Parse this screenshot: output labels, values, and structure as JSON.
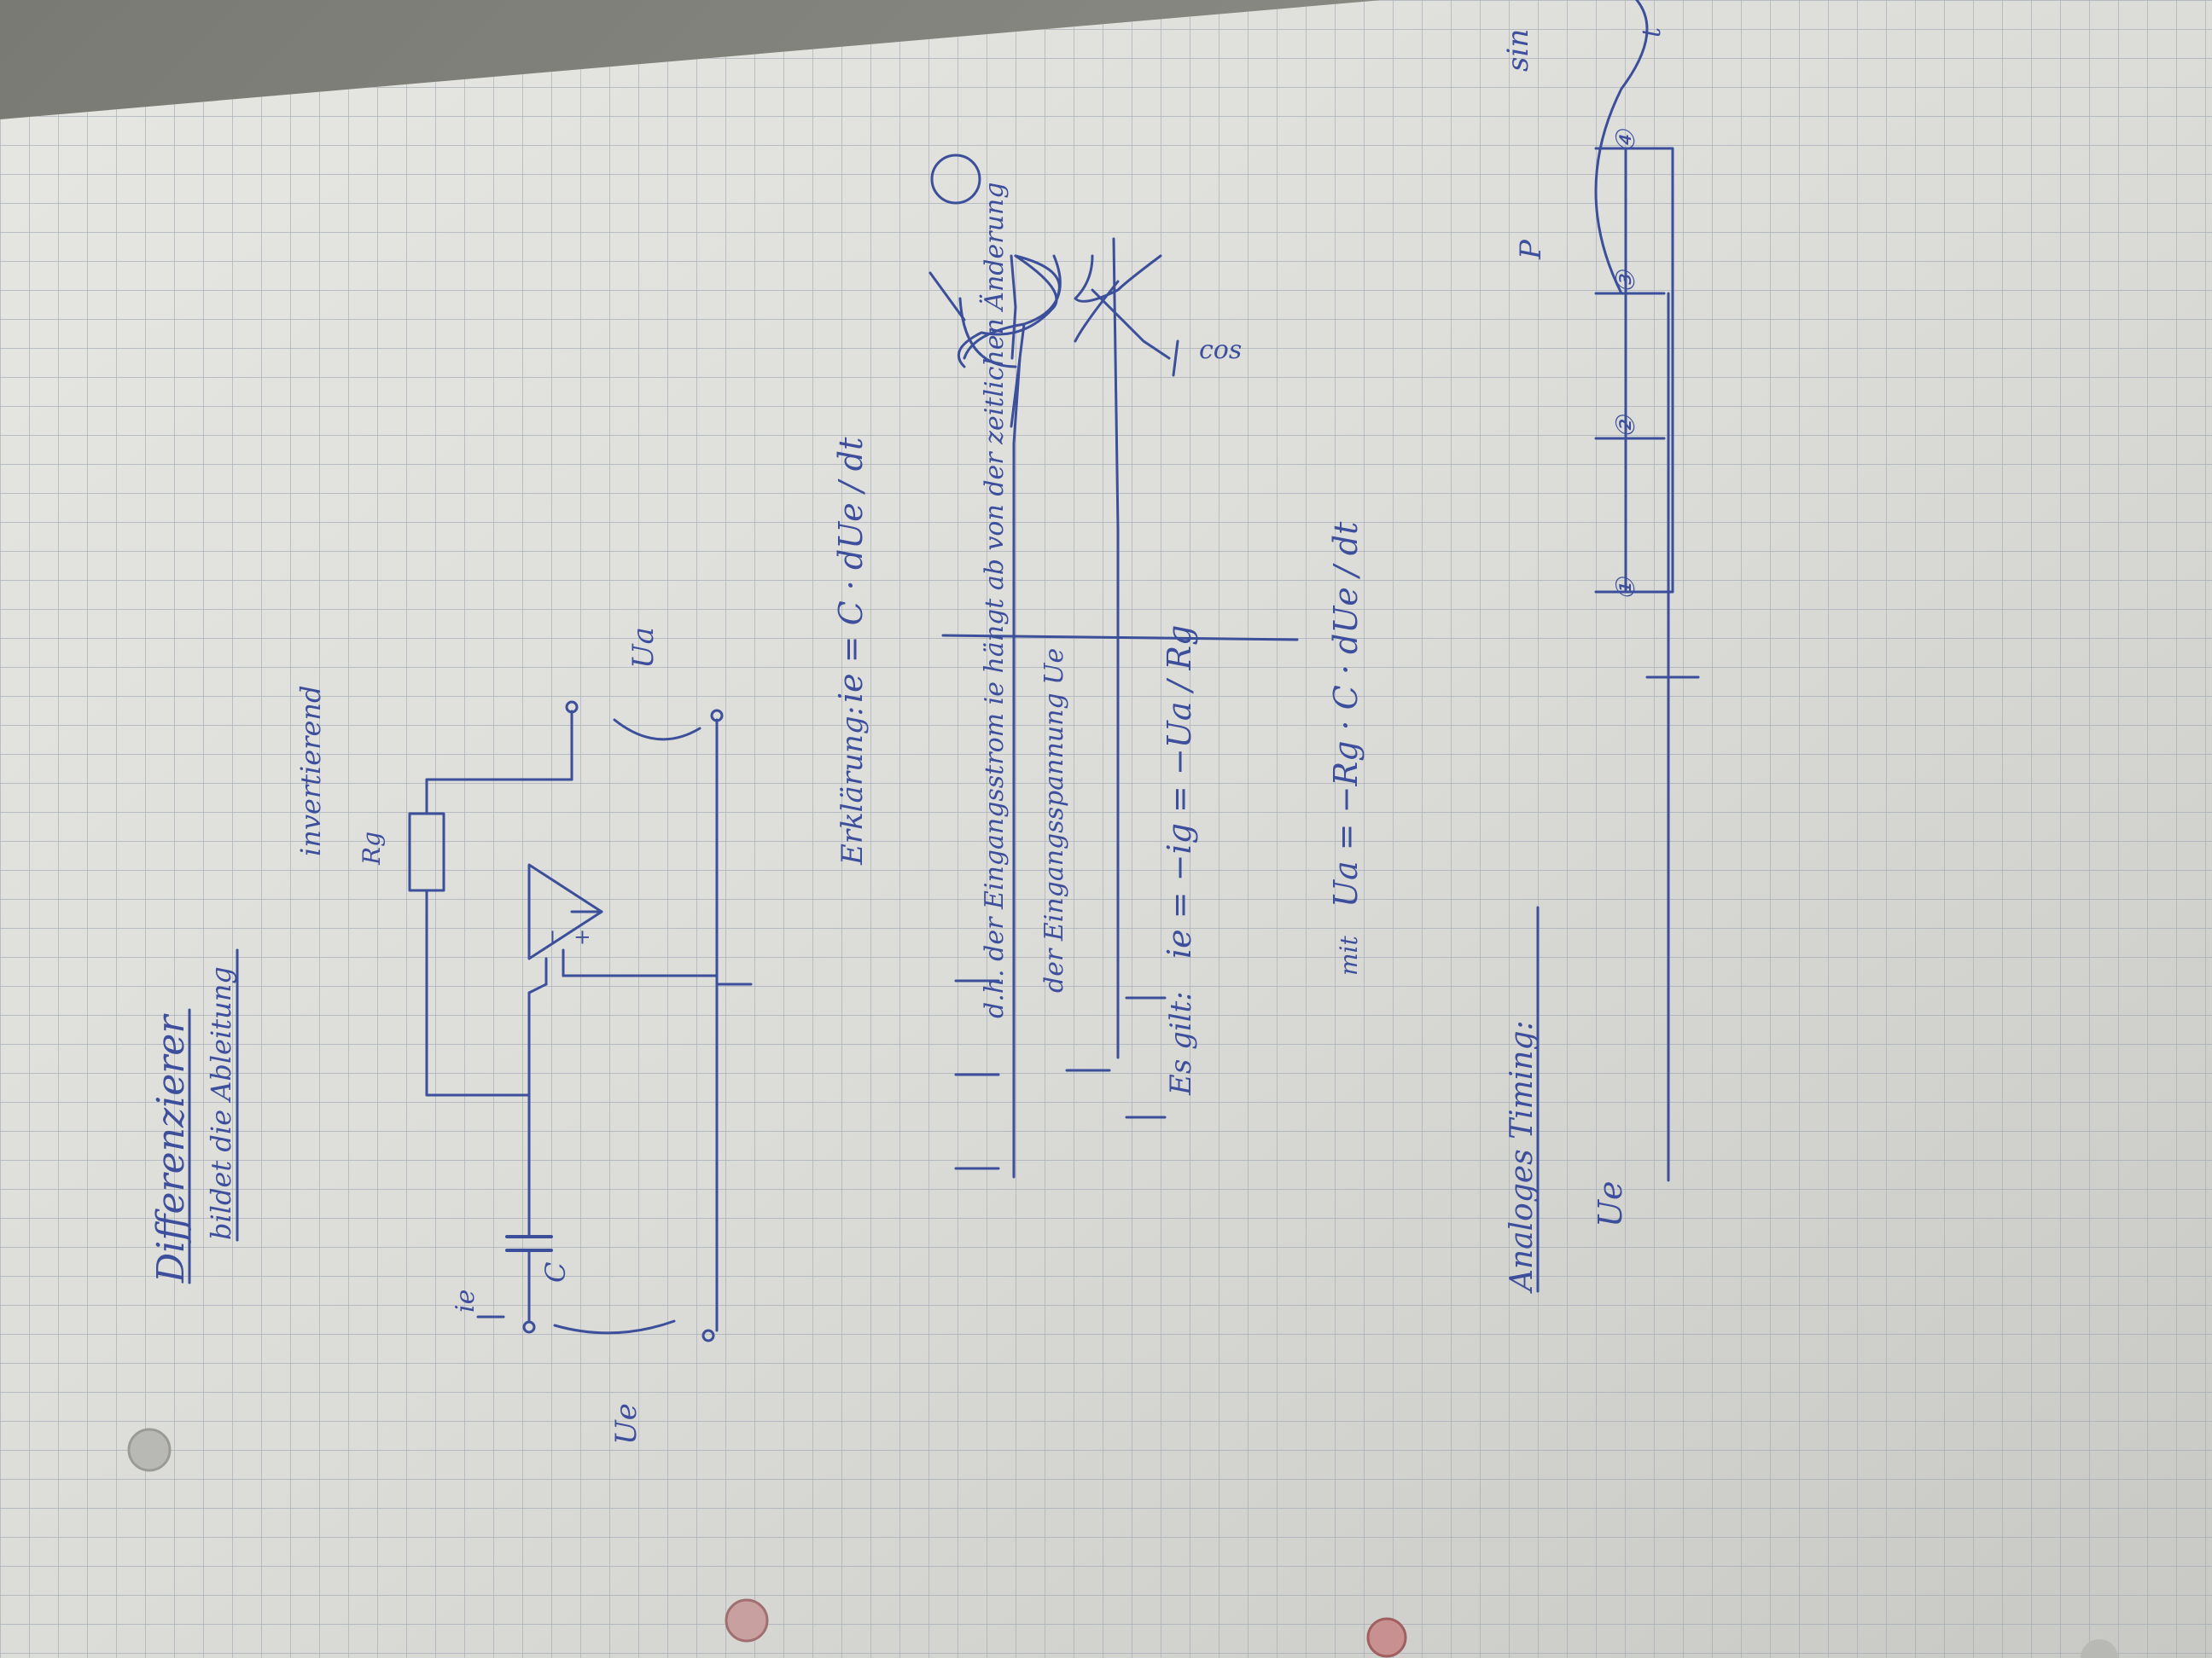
{
  "notes": {
    "title": "Differenzierer",
    "subtitle": "bildet die Ableitung",
    "mode": "invertierend",
    "labels": {
      "ie": "ie",
      "c": "C",
      "rg": "Rg",
      "ue": "Ue",
      "ua": "Ua",
      "minus": "−",
      "plus": "+"
    },
    "formulas": {
      "erklaerung_prefix": "Erklärung:",
      "erklaerung": "ie = C · dUe / dt",
      "dh_line1": "d.h. der Eingangsstrom ie hängt ab von der zeitlichen Änderung",
      "dh_line2": "der Eingangsspannung Ue",
      "es_gilt_prefix": "Es gilt:",
      "es_gilt": "ie = −ig = −Ua / Rg",
      "mit_prefix": "mit",
      "mit": "Ua = −Rg · C · dUe / dt"
    },
    "timing": {
      "heading": "Analoges Timing:",
      "ue_label": "Ue",
      "t_label": "t",
      "circled": [
        "①",
        "②",
        "③",
        "④"
      ],
      "sin_label": "sin",
      "cos_label": "cos",
      "page_mark": "P"
    }
  }
}
